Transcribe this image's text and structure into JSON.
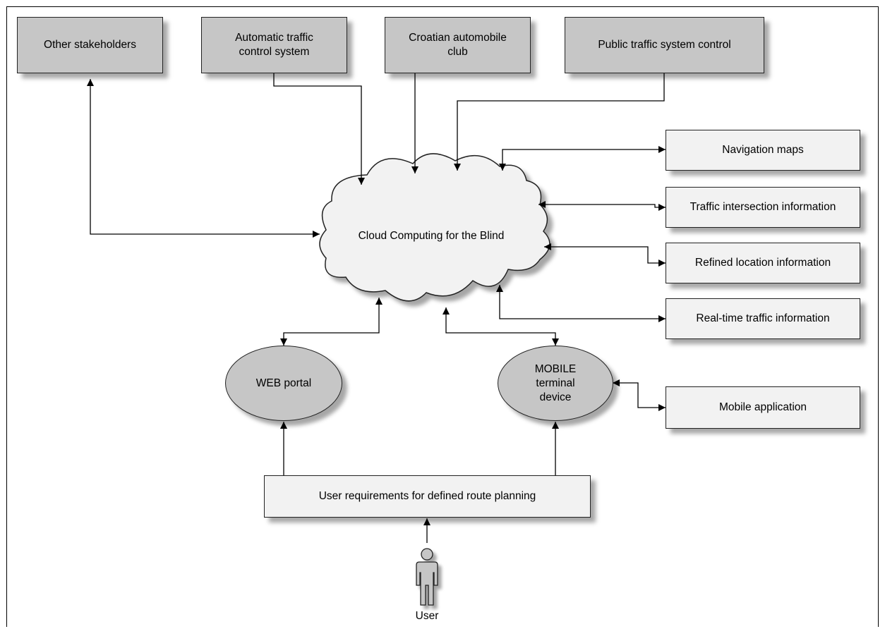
{
  "stakeholders": {
    "other": "Other stakeholders",
    "automatic_traffic": "Automatic traffic control system",
    "croatian_club": "Croatian automobile club",
    "public_traffic": "Public traffic system control"
  },
  "cloud": {
    "label": "Cloud Computing for the Blind"
  },
  "services": {
    "navigation_maps": "Navigation maps",
    "traffic_intersection": "Traffic intersection information",
    "refined_location": "Refined location information",
    "real_time_traffic": "Real-time traffic information",
    "mobile_application": "Mobile application"
  },
  "access": {
    "web_portal": "WEB portal",
    "mobile_terminal": "MOBILE terminal device"
  },
  "requirements": {
    "label": "User requirements for defined route planning"
  },
  "user": {
    "label": "User"
  },
  "colors": {
    "dark_fill": "#c6c6c6",
    "light_fill": "#f2f2f2",
    "line": "#000000"
  }
}
